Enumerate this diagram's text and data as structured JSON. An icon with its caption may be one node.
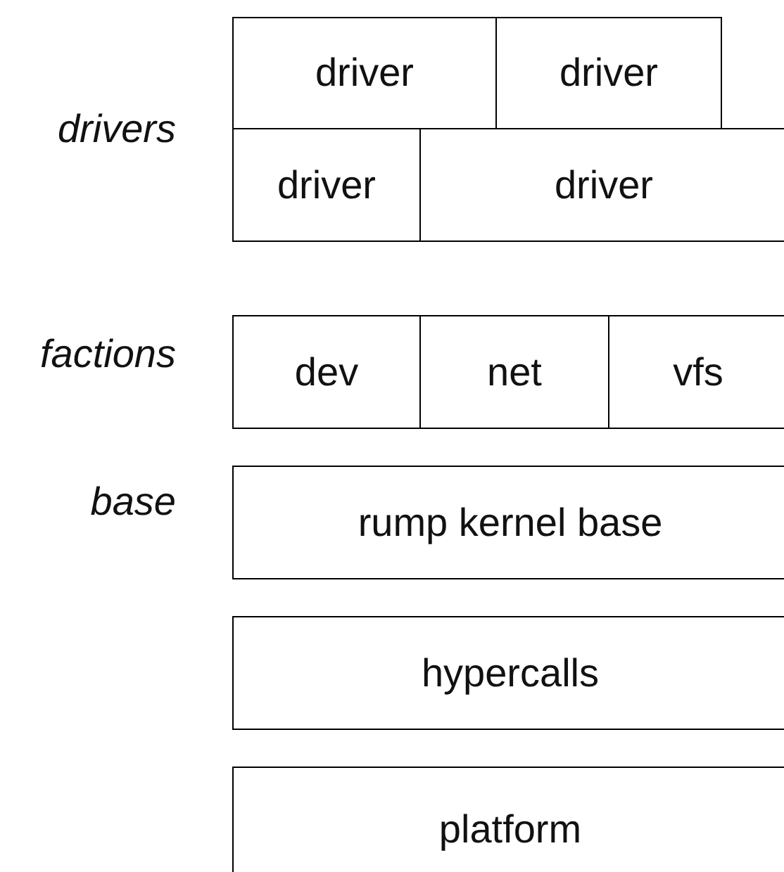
{
  "diagram": {
    "nodes": [
      {
        "text": [
          "driver"
        ]
      },
      {
        "text": [
          "driver"
        ]
      },
      {
        "text": [
          "driver"
        ]
      },
      {
        "text": [
          "driver"
        ]
      },
      {
        "text": [
          "dev"
        ]
      },
      {
        "text": [
          "net"
        ]
      },
      {
        "text": [
          "vfs"
        ]
      },
      {
        "text": [
          "rump kernel base"
        ]
      },
      {
        "text": [
          "hypercalls"
        ]
      },
      {
        "text": [
          "platform"
        ]
      }
    ],
    "labels": [
      "drivers",
      "factions",
      "base"
    ]
  }
}
